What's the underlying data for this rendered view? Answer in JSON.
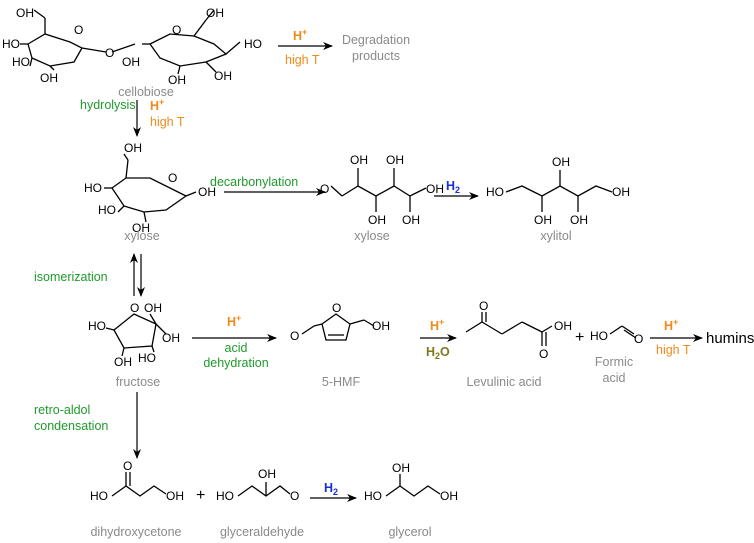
{
  "colors": {
    "acid": "#f28a1a",
    "condition_green": "#1e9b2b",
    "hydrogen_blue": "#1b2fd6",
    "water_olive": "#7a7a1a",
    "compound_name_gray": "#8a8a8a",
    "structure_black": "#000000"
  },
  "reagents": {
    "h_plus": "H",
    "h_plus_sup": "+",
    "h2_base": "H",
    "h2_sub": "2",
    "h2o_text": "H",
    "h2o_sub": "2",
    "h2o_tail": "O",
    "high_t": "high T",
    "plus_sign": "+"
  },
  "conditions": {
    "hydrolysis": "hydrolysis",
    "decarbonylation": "decarbonylation",
    "isomerization": "isomerization",
    "acid_line1": "acid",
    "acid_line2": "dehydration",
    "retro_line1": "retro-aldol",
    "retro_line2": "condensation"
  },
  "compounds": {
    "cellobiose": "cellobiose",
    "degradation_line1": "Degradation",
    "degradation_line2": "products",
    "xylose_ring": "xylose",
    "xylose_open": "xylose",
    "xylitol": "xylitol",
    "fructose": "fructose",
    "hmf": "5-HMF",
    "levulinic": "Levulinic acid",
    "formic_line1": "Formic",
    "formic_line2": "acid",
    "humins": "humins",
    "dihydroxyacetone": "dihydroxycetone",
    "glyceraldehyde": "glyceraldehyde",
    "glycerol": "glycerol"
  },
  "atoms": {
    "oh": "OH",
    "ho": "HO",
    "ho_dash": "HO",
    "o": "O",
    "oh_end": "OH"
  }
}
